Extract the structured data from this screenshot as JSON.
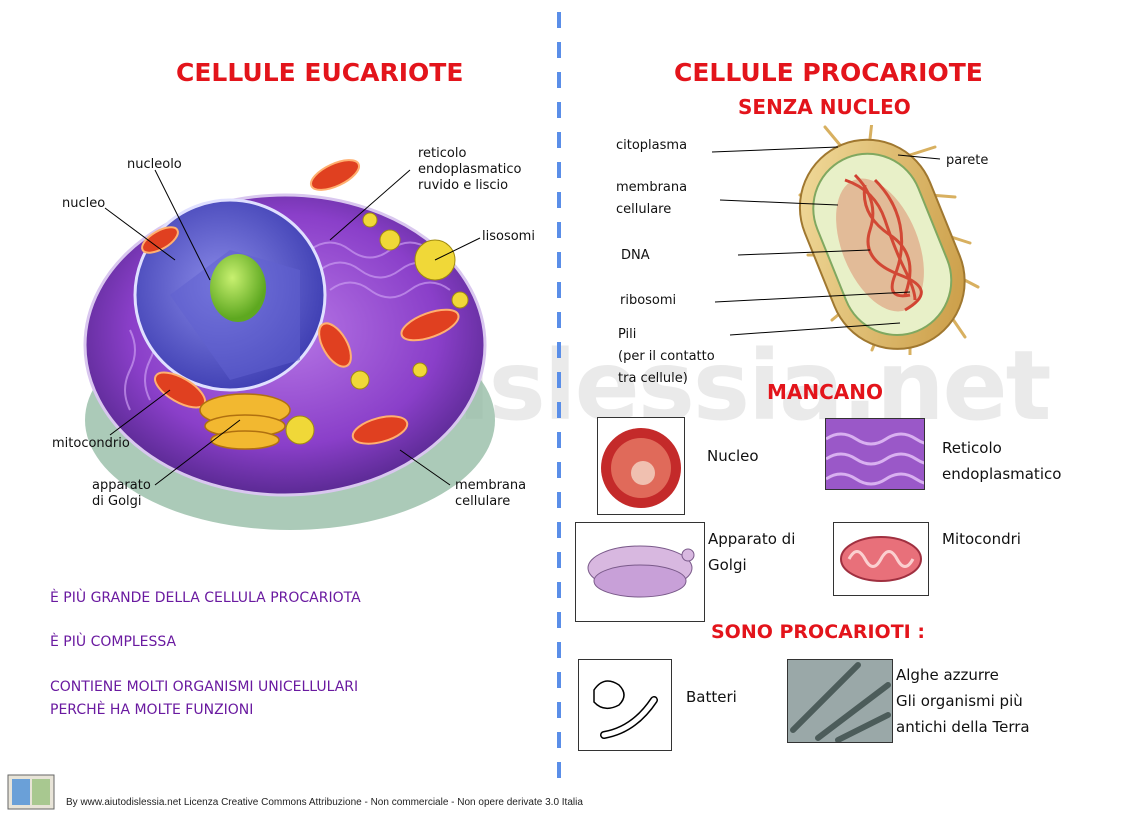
{
  "left": {
    "title": "CELLULE EUCARIOTE",
    "labels": {
      "nucleolo": "nucleolo",
      "nucleo": "nucleo",
      "reticolo_1": "reticolo",
      "reticolo_2": "endoplasmatico",
      "reticolo_3": "ruvido  e liscio",
      "lisosomi": "lisosomi",
      "mitocondrio": "mitocondrio",
      "golgi_1": "apparato",
      "golgi_2": "di Golgi",
      "membrana_1": "membrana",
      "membrana_2": "cellulare"
    },
    "facts": [
      "È PIÙ GRANDE DELLA CELLULA PROCARIOTA",
      "È PIÙ COMPLESSA",
      "CONTIENE MOLTI ORGANISMI UNICELLULARI",
      "PERCHÈ HA MOLTE FUNZIONI"
    ]
  },
  "right": {
    "title": "CELLULE PROCARIOTE",
    "subtitle": "SENZA NUCLEO",
    "labels": {
      "citoplasma": "citoplasma",
      "membrana_1": "membrana",
      "membrana_2": "cellulare",
      "dna": "DNA",
      "ribosomi": "ribosomi",
      "pili_1": "Pili",
      "pili_2": "(per il contatto",
      "pili_3": "tra cellule)",
      "parete": "parete"
    },
    "mancano_title": "MANCANO",
    "mancano": {
      "nucleo": "Nucleo",
      "reticolo_1": "Reticolo",
      "reticolo_2": "endoplasmatico",
      "golgi_1": "Apparato di",
      "golgi_2": "Golgi",
      "mitocondri": "Mitocondri"
    },
    "sono_title": "SONO PROCARIOTI :",
    "batteri": "Batteri",
    "alghe_1": "Alghe azzurre",
    "alghe_2": "Gli organismi  più",
    "alghe_3": "antichi della Terra"
  },
  "watermark": "Dislessia.net",
  "footer": "By www.aiutodislessia.net Licenza Creative Commons Attribuzione - Non commerciale - Non opere derivate 3.0 Italia",
  "colors": {
    "title_red": "#e3141b",
    "fact_purple": "#6a1aa0",
    "divider_blue": "#5a8ee8"
  }
}
